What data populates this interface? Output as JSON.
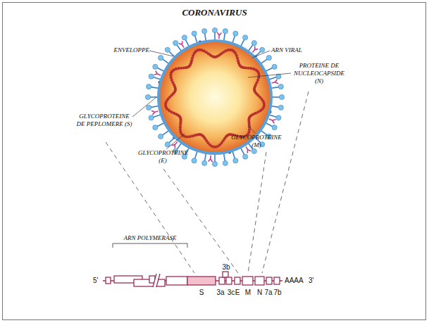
{
  "diagram": {
    "title": "CORONAVIRUS",
    "labels": [
      "ENVELOPPE",
      "ARN VIRAL",
      "PROTEINE DE NUCLEOCAPSIDE (N)",
      "GLYCOPROTEINE DE PEPLOMERE (S)",
      "GLYCOPROTEINE (E)",
      "GLYCOPROTEINE (M)",
      "ARN POLYMERASE",
      "5'",
      "3b",
      "AAAA",
      "3'",
      "S",
      "3a",
      "3c",
      "E",
      "M",
      "N",
      "7a",
      "7b"
    ]
  }
}
